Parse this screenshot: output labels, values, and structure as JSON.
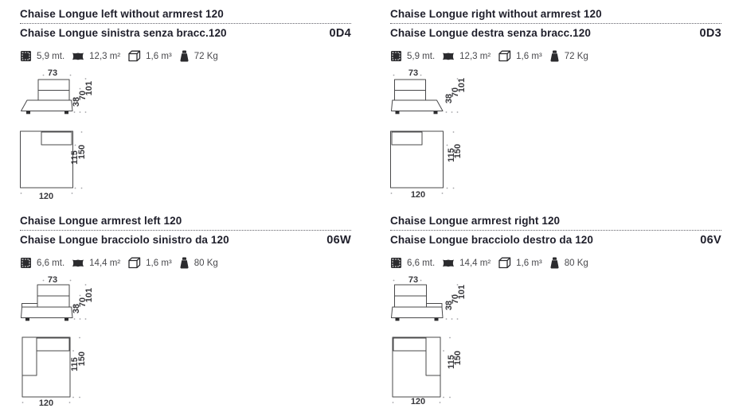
{
  "colors": {
    "title": "#1f1f2b",
    "body_text": "#4a4a4e",
    "line": "#48484a"
  },
  "quadrants": [
    {
      "title_en": "Chaise Longue left without armrest 120",
      "title_it": "Chaise Longue sinistra senza bracc.120",
      "code": "0D4",
      "specs": [
        {
          "icon": "fabric-meters-icon",
          "value": "5,9 mt."
        },
        {
          "icon": "leather-hide-area-icon",
          "value": "12,3 m²"
        },
        {
          "icon": "volume-box-icon",
          "value": "1,6 m³"
        },
        {
          "icon": "weight-icon",
          "value": "72 Kg"
        }
      ],
      "dims": {
        "front_width": "73",
        "h_seat": "38",
        "h_mid": "70",
        "h_total": "101",
        "plan_width": "120",
        "d_seat": "115",
        "d_total": "150"
      }
    },
    {
      "title_en": "Chaise Longue right without armrest 120",
      "title_it": "Chaise Longue destra senza bracc.120",
      "code": "0D3",
      "specs": [
        {
          "icon": "fabric-meters-icon",
          "value": "5,9 mt."
        },
        {
          "icon": "leather-hide-area-icon",
          "value": "12,3 m²"
        },
        {
          "icon": "volume-box-icon",
          "value": "1,6 m³"
        },
        {
          "icon": "weight-icon",
          "value": "72 Kg"
        }
      ],
      "dims": {
        "front_width": "73",
        "h_seat": "38",
        "h_mid": "70",
        "h_total": "101",
        "plan_width": "120",
        "d_seat": "115",
        "d_total": "150"
      }
    },
    {
      "title_en": "Chaise Longue armrest left 120",
      "title_it": "Chaise Longue bracciolo sinistro da 120",
      "code": "06W",
      "specs": [
        {
          "icon": "fabric-meters-icon",
          "value": "6,6 mt."
        },
        {
          "icon": "leather-hide-area-icon",
          "value": "14,4 m²"
        },
        {
          "icon": "volume-box-icon",
          "value": "1,6 m³"
        },
        {
          "icon": "weight-icon",
          "value": "80 Kg"
        }
      ],
      "dims": {
        "front_width": "73",
        "h_seat": "38",
        "h_mid": "70",
        "h_total": "101",
        "plan_width": "120",
        "d_seat": "115",
        "d_total": "150"
      }
    },
    {
      "title_en": "Chaise Longue armrest right 120",
      "title_it": "Chaise Longue bracciolo destro da 120",
      "code": "06V",
      "specs": [
        {
          "icon": "fabric-meters-icon",
          "value": "6,6 mt."
        },
        {
          "icon": "leather-hide-area-icon",
          "value": "14,4 m²"
        },
        {
          "icon": "volume-box-icon",
          "value": "1,6 m³"
        },
        {
          "icon": "weight-icon",
          "value": "80 Kg"
        }
      ],
      "dims": {
        "front_width": "73",
        "h_seat": "38",
        "h_mid": "70",
        "h_total": "101",
        "plan_width": "120",
        "d_seat": "115",
        "d_total": "150"
      }
    }
  ]
}
